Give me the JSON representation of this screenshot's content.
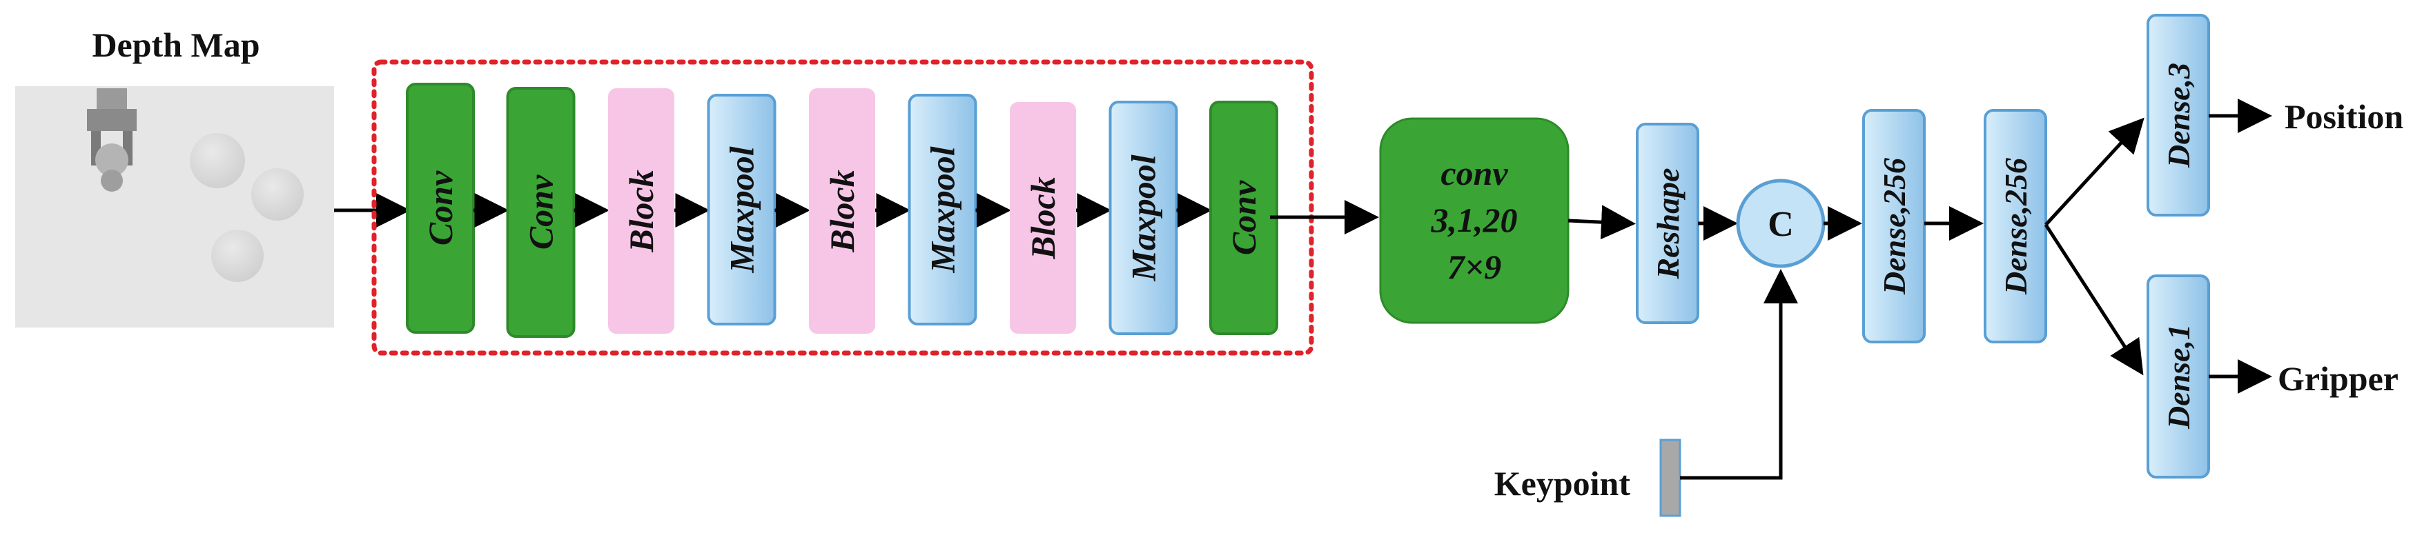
{
  "input_title": "Depth Map",
  "blocks": [
    {
      "id": "conv1",
      "label": "Conv",
      "style": "green"
    },
    {
      "id": "conv2",
      "label": "Conv",
      "style": "green"
    },
    {
      "id": "block1",
      "label": "Block",
      "style": "pink"
    },
    {
      "id": "maxpool1",
      "label": "Maxpool",
      "style": "blue"
    },
    {
      "id": "block2",
      "label": "Block",
      "style": "pink"
    },
    {
      "id": "maxpool2",
      "label": "Maxpool",
      "style": "blue"
    },
    {
      "id": "block3",
      "label": "Block",
      "style": "pink"
    },
    {
      "id": "maxpool3",
      "label": "Maxpool",
      "style": "blue"
    },
    {
      "id": "conv3",
      "label": "Conv",
      "style": "green"
    }
  ],
  "conv_big": {
    "line1": "conv",
    "line2": "3,1,20",
    "line3": "7×9"
  },
  "reshape_label": "Reshape",
  "concat_label": "C",
  "dense1_label": "Dense,256",
  "dense2_label": "Dense,256",
  "dense_pos_label": "Dense,3",
  "dense_grip_label": "Dense,1",
  "output_position": "Position",
  "output_gripper": "Gripper",
  "keypoint_label": "Keypoint",
  "colors": {
    "green": "#3aa535",
    "green_border": "#2e8a2a",
    "pink": "#f7c6e6",
    "blue_light": "#c5e3f6",
    "blue_dark": "#8cc0e6",
    "blue_border": "#5a9fd4",
    "dashed_red": "#e0222a",
    "depth_bg": "#e6e6e6",
    "keypoint_fill": "#a8a8a8"
  }
}
